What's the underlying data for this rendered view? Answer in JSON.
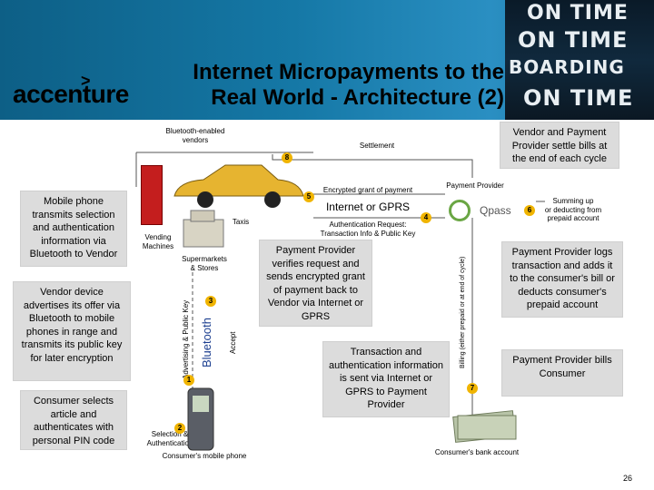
{
  "header": {
    "title": "Internet Micropayments to the\nReal World - Architecture (2)",
    "logo": "accenture",
    "board_words": [
      "ON TIME",
      "ON TIME",
      "BOARDING",
      "ON TIME"
    ]
  },
  "left_callouts": [
    "Mobile phone transmits selection and authentication information via Bluetooth to Vendor",
    "Vendor device advertises its offer via Bluetooth to mobile phones in range and transmits its public key for later encryption",
    "Consumer selects article and authenticates with personal PIN code"
  ],
  "center_callouts": [
    "Payment Provider verifies request and sends encrypted grant of payment back to Vendor via Internet or GPRS",
    "Transaction and authentication information is sent via Internet or GPRS to Payment Provider"
  ],
  "right_callouts": [
    "Vendor and Payment Provider settle bills at the end of each cycle",
    "Payment Provider logs transaction and adds it to the consumer's bill or deducts consumer's prepaid account",
    "Payment Provider bills Consumer"
  ],
  "labels": {
    "bluetooth_vendors": "Bluetooth-enabled vendors",
    "settlement": "Settlement",
    "encrypted_grant": "Encrypted grant of payment",
    "internet_gprs": "Internet or GPRS",
    "auth_request": "Authentication Request:\nTransaction Info & Public Key",
    "payment_provider": "Payment Provider",
    "summing_up": "Summing up\nor deducting from\nprepaid account",
    "taxis": "Taxis",
    "vending": "Vending\nMachines",
    "supermarkets": "Supermarkets\n& Stores",
    "advertising": "Advertising & Public Key",
    "bluetooth": "Bluetooth",
    "accept": "Accept",
    "selection_auth": "Selection &\nAuthentication",
    "mobile_phone": "Consumer's mobile phone",
    "billing": "Billing (either prepaid or at end of cycle)",
    "bank_account": "Consumer's bank account",
    "qpass": "Qpass"
  },
  "steps": [
    "1",
    "2",
    "3",
    "4",
    "5",
    "6",
    "7",
    "8"
  ],
  "page_number": "26",
  "colors": {
    "header_blue": "#1578a6",
    "callout_grey": "#dcdcdc",
    "step_badge": "#f0b400",
    "line": "#555555"
  }
}
